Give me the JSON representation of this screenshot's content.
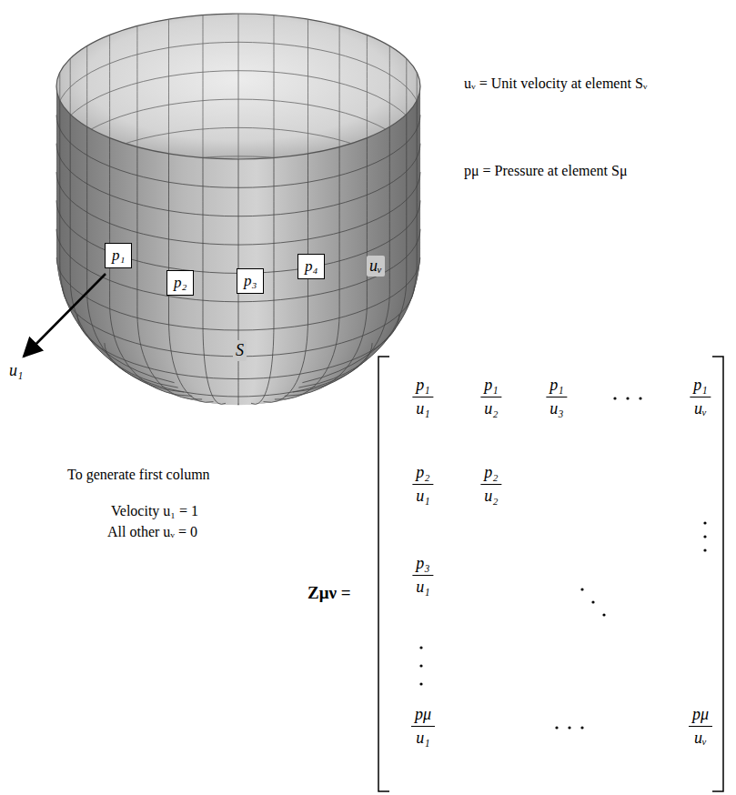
{
  "diagram": {
    "nodes": [
      {
        "text": [
          "p₁"
        ]
      },
      {
        "text": [
          "p₂"
        ]
      },
      {
        "text": [
          "p₃"
        ]
      },
      {
        "text": [
          "p₄"
        ]
      }
    ],
    "labels": [
      "uᵥ = Unit velocity at element Sᵥ",
      "pμ = Pressure at element Sμ",
      "u₁",
      "uᵥ",
      "S",
      "To generate first column",
      "Velocity u₁ = 1",
      "All other uᵥ = 0",
      "Zμν =",
      "p₁",
      "u₁",
      "p₁",
      "u₂",
      "p₁",
      "u₃",
      "p₁",
      "uᵥ",
      "p₂",
      "u₁",
      "p₂",
      "u₂",
      "p₃",
      "u₁",
      "pμ",
      "u₁",
      "pμ",
      "uᵥ"
    ]
  }
}
